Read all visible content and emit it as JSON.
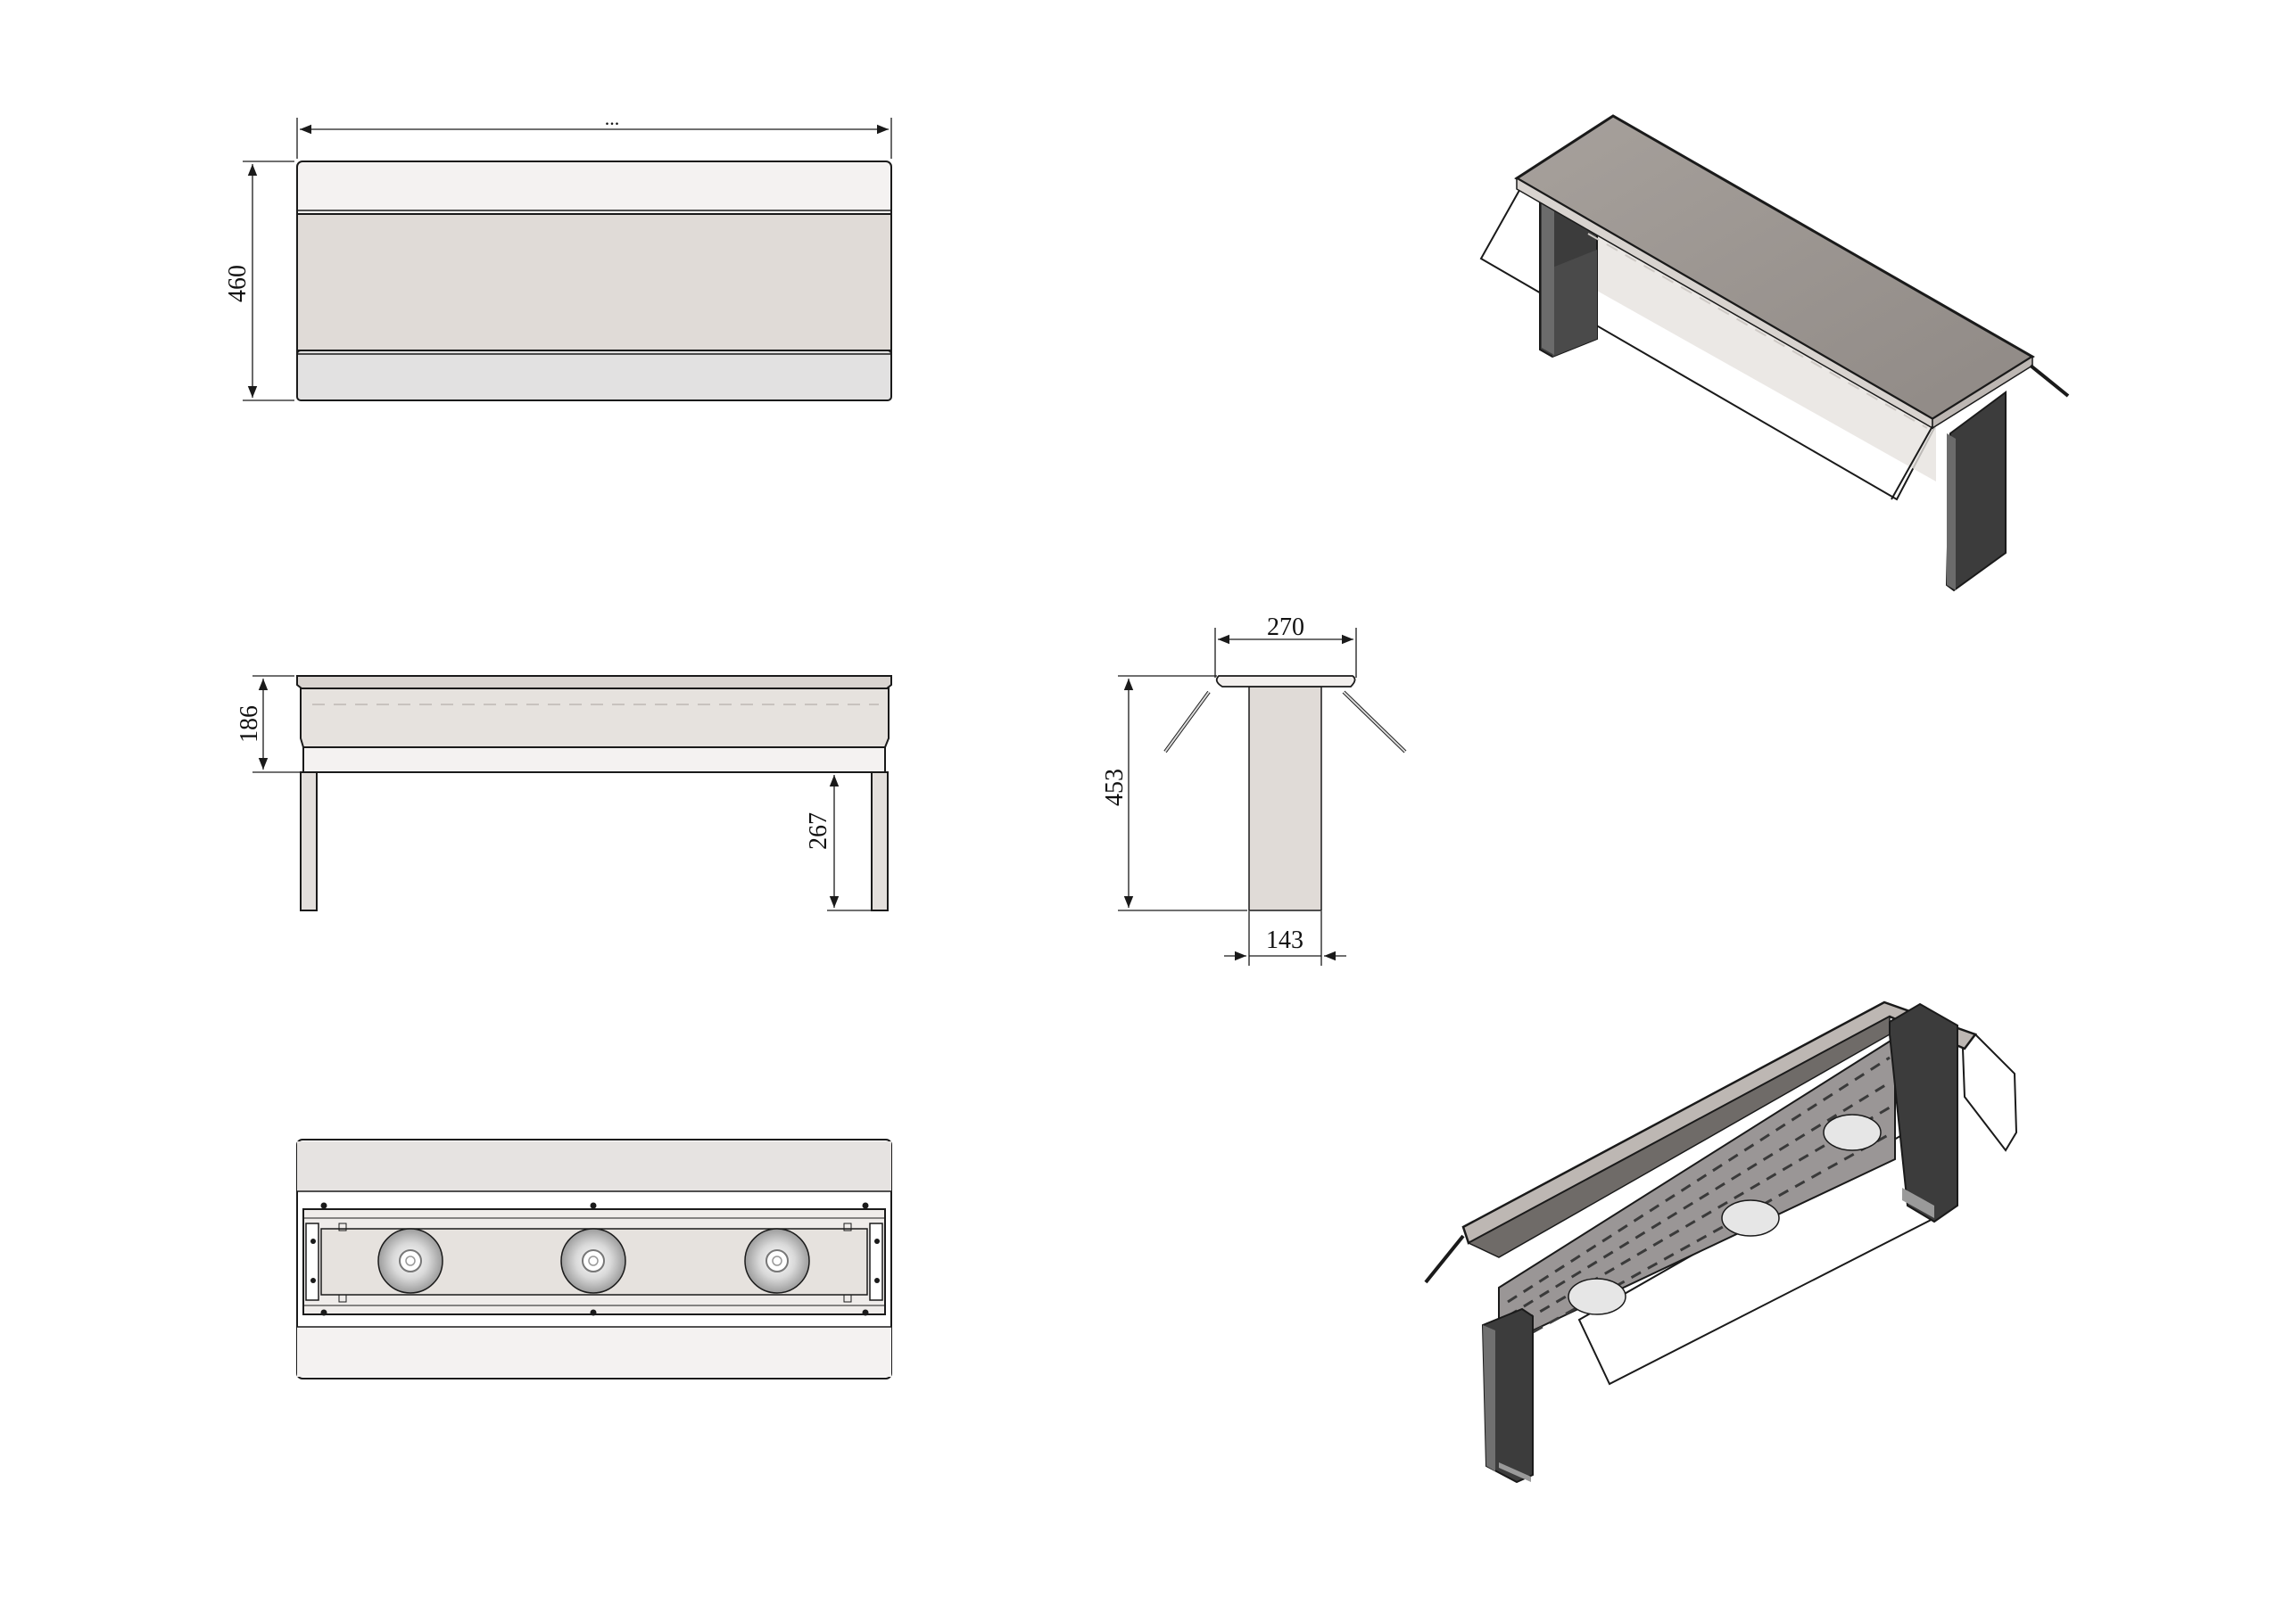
{
  "dimensions": {
    "top_width": "...",
    "top_depth": "460",
    "front_upper_height": "186",
    "front_leg_height": "267",
    "side_top_width": "270",
    "side_height": "453",
    "side_post_width": "143"
  },
  "colors": {
    "line": "#1a1a1a",
    "panel_light": "#f4f2f1",
    "panel_mid": "#e0dbd7",
    "panel_grey": "#e2e1e1",
    "top_surface": "#a39d98",
    "leg_dark": "#3c3c3c",
    "plate_metal": "#9a9696"
  }
}
